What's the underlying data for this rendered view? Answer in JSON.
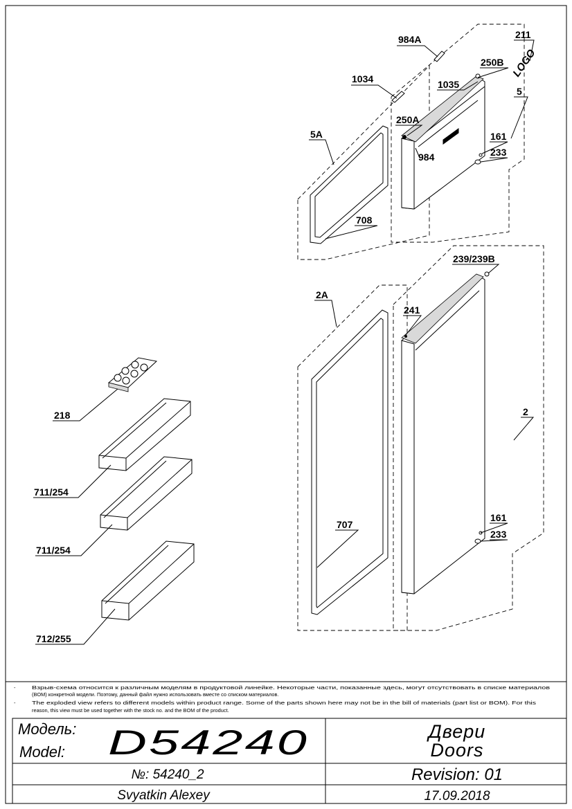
{
  "callouts": {
    "c984a": "984A",
    "c211": "211",
    "c250b": "250B",
    "logo": "LOGO",
    "c1034": "1034",
    "c1035": "1035",
    "c5": "5",
    "c250a": "250A",
    "c161_top": "161",
    "c5a": "5A",
    "c984": "984",
    "c233_top": "233",
    "c708": "708",
    "c239": "239/239B",
    "c2a": "2A",
    "c241": "241",
    "c2": "2",
    "c218": "218",
    "c711_a": "711/254",
    "c711_b": "711/254",
    "c707": "707",
    "c161_bot": "161",
    "c233_bot": "233",
    "c712": "712/255"
  },
  "notes": {
    "ru_line1": "Взрыв-схема относится к различным моделям в продуктовой линейке.  Некоторые части, показанные здесь, могут отсутствовать в списке материалов",
    "ru_line2": "(BOM) конкретной модели. Поэтому, данный файл нужно использовать вместе со списком материалов.",
    "en_line1": "The exploded view refers to different models within product range. Some of the parts shown here may not be in the bill of materials (part list or BOM). For this",
    "en_line2": "reason, this view must be used together with the stock no. and the BOM of the product.",
    "bullet": "-"
  },
  "title_block": {
    "model_label_ru": "Модель:",
    "model_label_en": "Model:",
    "model": "D54240",
    "title_ru": "Двери",
    "title_en": "Doors",
    "number": "№: 54240_2",
    "revision": "Revision: 01",
    "author": "Svyatkin Alexey",
    "date": "17.09.2018"
  }
}
